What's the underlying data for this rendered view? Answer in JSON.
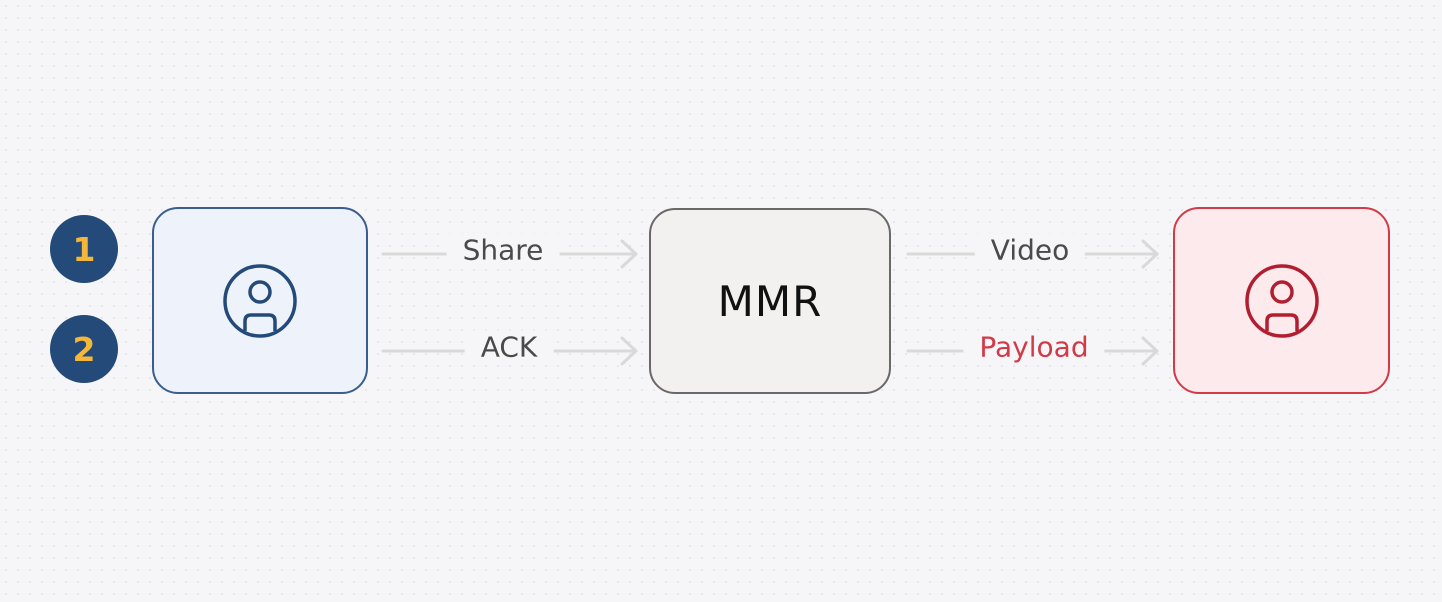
{
  "steps": [
    "1",
    "2"
  ],
  "nodes": {
    "sender": {
      "icon": "user-icon"
    },
    "mmr": {
      "label": "MMR"
    },
    "receiver": {
      "icon": "user-icon"
    }
  },
  "edges": [
    {
      "from": "sender",
      "to": "mmr",
      "label": "Share"
    },
    {
      "from": "sender",
      "to": "mmr",
      "label": "ACK"
    },
    {
      "from": "mmr",
      "to": "receiver",
      "label": "Video"
    },
    {
      "from": "mmr",
      "to": "receiver",
      "label": "Payload"
    }
  ],
  "colors": {
    "badge_bg": "#234a78",
    "badge_text": "#f4b73a",
    "sender_border": "#3a5f8e",
    "sender_fill": "#eef3fb",
    "mmr_border": "#6a6868",
    "mmr_fill": "#f3f1f0",
    "receiver_border": "#d23a48",
    "receiver_fill": "#fdeaec",
    "connector": "#d9d9d9",
    "alert_text": "#d23a48"
  }
}
